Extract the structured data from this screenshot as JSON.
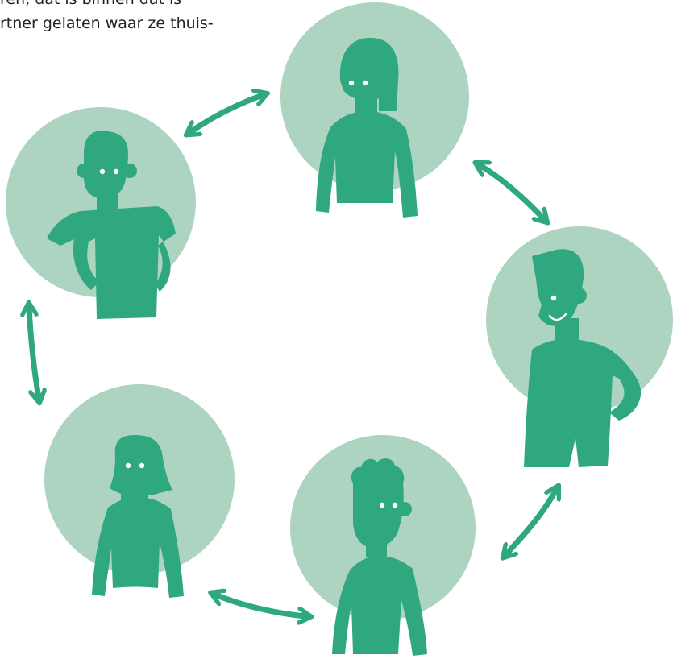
{
  "text": {
    "line_1": "ren, dat is binnen dat is",
    "line_2": "rtner gelaten waar ze thuis-"
  },
  "colors": {
    "circle": "#acd4c1",
    "figure": "#2fa87f",
    "eye": "#ffffff",
    "text": "#222222"
  },
  "people": [
    {
      "name": "person-top-center",
      "icon": "woman-short-hair-icon"
    },
    {
      "name": "person-top-left",
      "icon": "man-curly-hair-icon"
    },
    {
      "name": "person-right",
      "icon": "man-quiff-smiling-icon"
    },
    {
      "name": "person-bottom-left",
      "icon": "woman-bob-hair-icon"
    },
    {
      "name": "person-bottom-center",
      "icon": "man-curly-hair-icon"
    }
  ],
  "connections": [
    {
      "from": "person-top-left",
      "to": "person-top-center",
      "icon": "double-arrow-icon"
    },
    {
      "from": "person-top-center",
      "to": "person-right",
      "icon": "double-arrow-icon"
    },
    {
      "from": "person-right",
      "to": "person-bottom-center",
      "icon": "double-arrow-icon"
    },
    {
      "from": "person-bottom-center",
      "to": "person-bottom-left",
      "icon": "double-arrow-icon"
    },
    {
      "from": "person-bottom-left",
      "to": "person-top-left",
      "icon": "double-arrow-icon"
    }
  ]
}
